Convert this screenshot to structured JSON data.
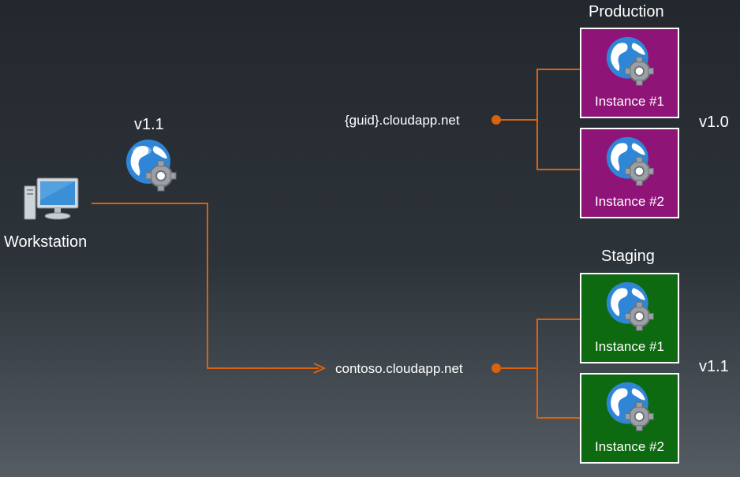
{
  "workstation": {
    "label": "Workstation",
    "icon": "workstation-icon"
  },
  "package": {
    "version": "v1.1",
    "icon": "globe-gear-icon"
  },
  "production": {
    "title": "Production",
    "url": "{guid}.cloudapp.net",
    "version": "v1.0",
    "color": "#8f1478",
    "instances": [
      {
        "label": "Instance #1"
      },
      {
        "label": "Instance #2"
      }
    ]
  },
  "staging": {
    "title": "Staging",
    "url": "contoso.cloudapp.net",
    "version": "v1.1",
    "color": "#0e6a10",
    "instances": [
      {
        "label": "Instance #1"
      },
      {
        "label": "Instance #2"
      }
    ]
  },
  "colors": {
    "connector": "#d9620f",
    "background_top": "#23282e",
    "background_bottom": "#555c63"
  }
}
